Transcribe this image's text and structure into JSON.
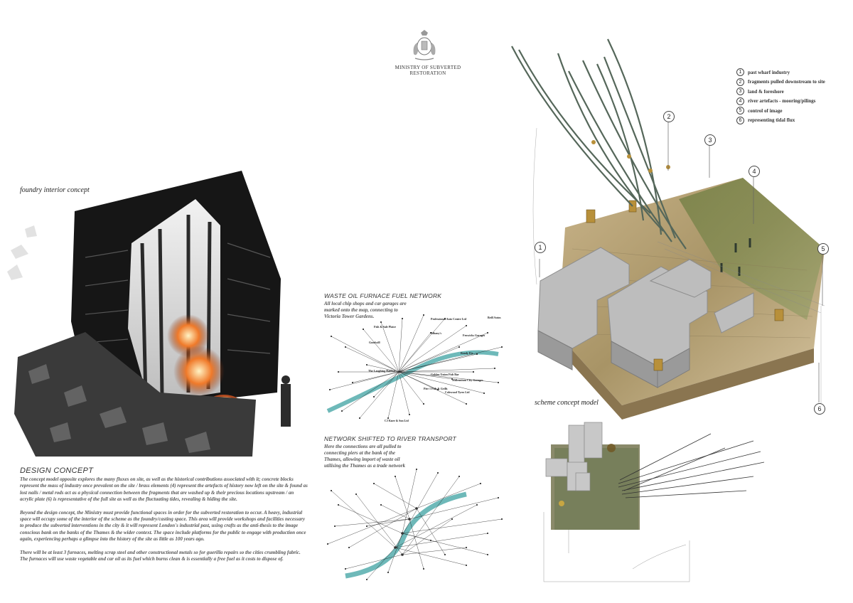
{
  "header": {
    "ministry_name": "MINISTRY OF SUBVERTED RESTORATION"
  },
  "foundry": {
    "label": "foundry interior concept"
  },
  "design_concept": {
    "title": "DESIGN CONCEPT",
    "paragraphs": [
      "The concept model opposite explores the many fluxes on site, as well as the historical contributions associated with it; concrete blocks represent the mass of industry once prevalent on the site / brass elements (4) represent the artefacts of history now left on the site & found as lost nails / metal rods act as a physical connection between the fragments that are washed up & their precious locations upstream / an acrylic plate (6) is representative of the full site as well as the fluctuating tides, revealing & hiding the site.",
      "Beyond the design concept, the Ministry must provide functional spaces in order for the subverted restoration to occur. A heavy, industrial space will occupy some of the interior of the scheme as the foundry/casting space. This area will provide workshops and facilities necessary to produce the subverted interventions in the city & it will represent London's industrial past, using crafts as the anti-thesis to the image conscious bank on the banks of the Thames & the wider context. The space include platforms for the public to engage with production once again, experiencing perhaps a glimpse into the history of the site as little as 100 years ago.",
      "There will be at least 3 furnaces, melting scrap steel and other constructional metals so for guerilla repairs so the cities crumbling fabric. The furnaces will use waste vegetable and car oil as its fuel which burns clean & is essentially a free fuel as it costs to dispose of."
    ]
  },
  "waste_oil": {
    "title": "WASTE OIL FURNACE FUEL NETWORK",
    "description": "All local chip shops and car garages are marked onto the map, connecting to Victoria Tower Gardens.",
    "labels": [
      "Fish & Sale Plaice",
      "Professional Auto Centre Ltd",
      "Brill Autos",
      "Albany's",
      "Fenwicks Garages",
      "Goodwill",
      "Ready Fix",
      "The Laughing Halibut",
      "Golden Union Fish Bar",
      "Millennium City Garages",
      "Pier 1 Fish & Grills",
      "Colewood Tyres Ltd",
      "CJ Knee & Son Ltd"
    ]
  },
  "river_network": {
    "title": "NETWORK SHIFTED TO RIVER TRANSPORT",
    "description": "Here the connections are all pulled to connecting piers at the bank of the Thames, allowing import of waste oil utilising the Thames as a trade network"
  },
  "scheme_model": {
    "label": "scheme concept model"
  },
  "legend": {
    "items": [
      {
        "num": "1",
        "text": "past wharf industry"
      },
      {
        "num": "2",
        "text": "fragments pulled downstream to site"
      },
      {
        "num": "3",
        "text": "land & foreshore"
      },
      {
        "num": "4",
        "text": "river artefacts - mooring/pilings"
      },
      {
        "num": "5",
        "text": "control of image"
      },
      {
        "num": "6",
        "text": "representing tidal flux"
      }
    ]
  },
  "callouts": [
    "1",
    "2",
    "3",
    "4",
    "5",
    "6"
  ],
  "colors": {
    "river": "#4aa8a8",
    "wood": "#b89a6a",
    "concrete": "#bcbcbc",
    "rod": "#5a6b5a",
    "brass": "#b8903a"
  }
}
